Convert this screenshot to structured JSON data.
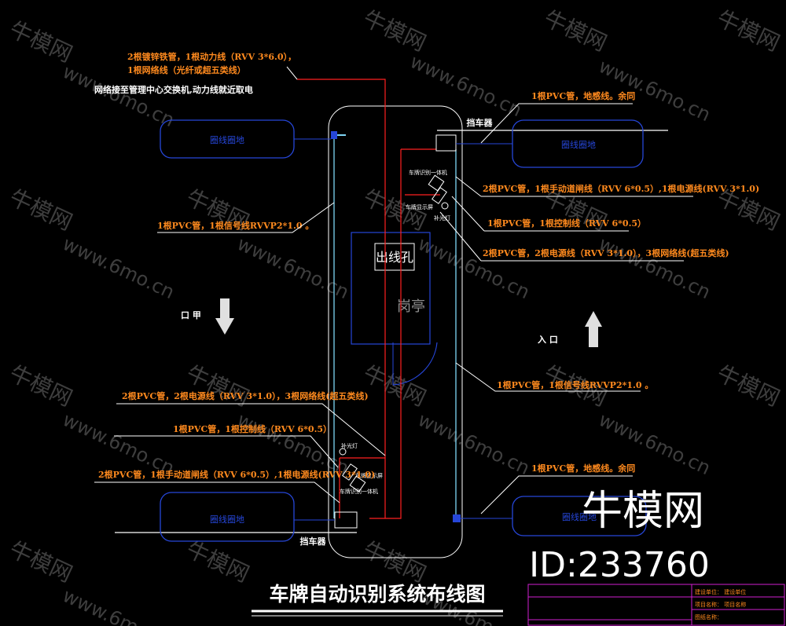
{
  "title": "车牌自动识别系统布线图",
  "booth": {
    "label": "岗亭",
    "hole": "出线孔"
  },
  "exit_label": "口  甲",
  "entry_label": "入  口",
  "barrier_top": "挡车器",
  "barrier_bottom": "挡车器",
  "loop_label": "圈线圈地",
  "labels": {
    "top_left_1": "2根镀锌铁管，1根动力线（RVV 3*6.0），",
    "top_left_2": "1根网络线（光纤或超五类线）",
    "top_left_3": "网络接至管理中心交换机,动力线就近取电",
    "left_signal": "1根PVC管，1根信号线RVVP2*1.0 。",
    "right_top_ground": "1根PVC管，地感线。余同",
    "right_motor": "2根PVC管，1根手动道闸线（RVV 6*0.5）,1根电源线(RVV 3*1.0)",
    "right_control": "1根PVC管，1根控制线（RVV 6*0.5）",
    "right_power_net": "2根PVC管，2根电源线（RVV 3*1.0），3根网络线(超五类线)",
    "right_signal": "1根PVC管，1根信号线RVVP2*1.0 。",
    "left_power_net": "2根PVC管，2根电源线（RVV 3*1.0），3根网络线(超五类线)",
    "left_control": "1根PVC管，1根控制线（RVV 6*0.5）",
    "left_motor": "2根PVC管，1根手动道闸线（RVV 6*0.5）,1根电源线(RVV 3*1.0)",
    "right_bottom_ground": "1根PVC管，地感线。余同"
  },
  "devices": {
    "top_camera": "车牌识别一体机",
    "top_display": "车牌显示屏",
    "top_light": "补光灯",
    "bottom_light": "补光灯",
    "bottom_display": "车牌显示屏",
    "bottom_camera": "车牌识别一体机"
  },
  "title_block": {
    "row1": "建设单位：  建设单位",
    "row2": "项目名称：  项目名称",
    "row3": "图纸名称："
  },
  "watermark": {
    "brand": "牛模网",
    "id": "ID:233760",
    "site": "www.6mo.cn"
  },
  "colors": {
    "background": "#000000",
    "red": "#ff2020",
    "cyan": "#7fd6f5",
    "blue": "#2646d8",
    "orange": "#ff8a1e",
    "magenta": "#d020d0"
  }
}
